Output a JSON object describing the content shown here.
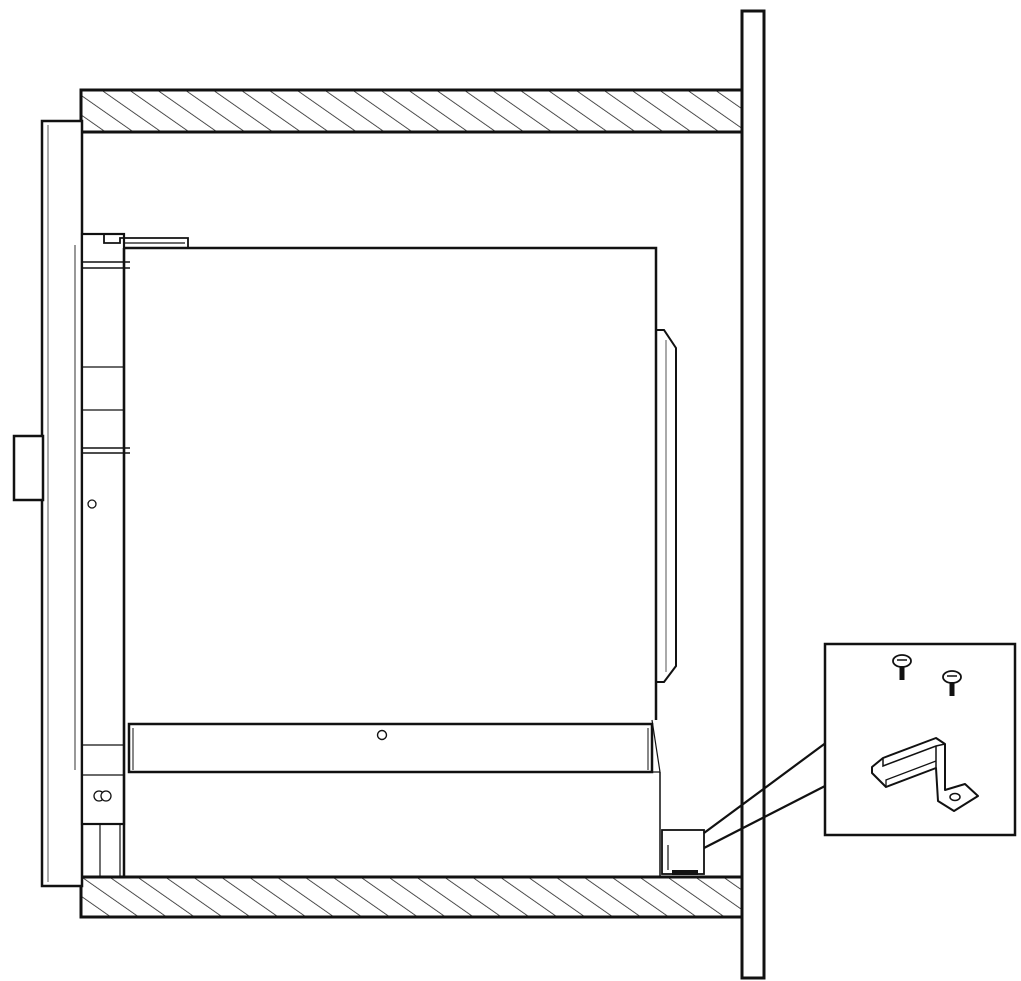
{
  "diagram": {
    "title": "",
    "labels": [],
    "colors": {
      "line": "#111111",
      "background": "#ffffff",
      "hatch": "#222222",
      "light_line": "#555555"
    },
    "parts": [
      "cabinet-side-panel-right",
      "cabinet-shelf-top",
      "cabinet-shelf-bottom",
      "appliance-front-panel",
      "appliance-body",
      "appliance-base-strip",
      "mounting-bracket",
      "detail-callout"
    ],
    "detail_callout": {
      "contents": [
        "screw-icon",
        "screw-icon",
        "mounting-bracket-icon"
      ]
    }
  }
}
